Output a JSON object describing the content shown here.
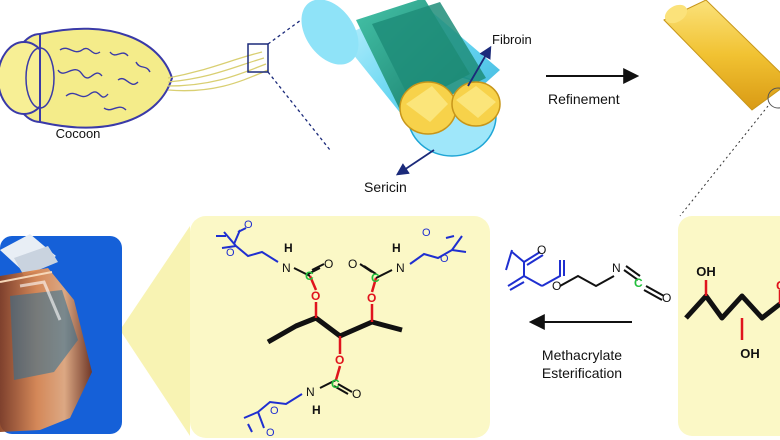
{
  "labels": {
    "cocoon": "Cocoon",
    "fibroin": "Fibroin",
    "sericin": "Sericin",
    "refinement": "Refinement",
    "methacrylate": "Methacrylate",
    "esterification": "Esterification"
  },
  "chem": {
    "O": "O",
    "H": "H",
    "N": "N",
    "C": "C",
    "OH": "OH"
  },
  "colors": {
    "cocoon_fill": "#f4ec8a",
    "cocoon_stroke": "#3a3aa8",
    "sericin_blue": "#59d3f0",
    "fibroin_teal": "#239f8a",
    "fibroin_yellow": "#f7d24a",
    "fiber_gold": "#f1c232",
    "panel_yellow": "#fbf8c6",
    "photo_blue": "#1560d8",
    "methacrylate_blue": "#1f2fd0",
    "ester_red": "#e0141d",
    "carbonyl_green": "#22bf3c",
    "arrow_black": "#111111"
  }
}
